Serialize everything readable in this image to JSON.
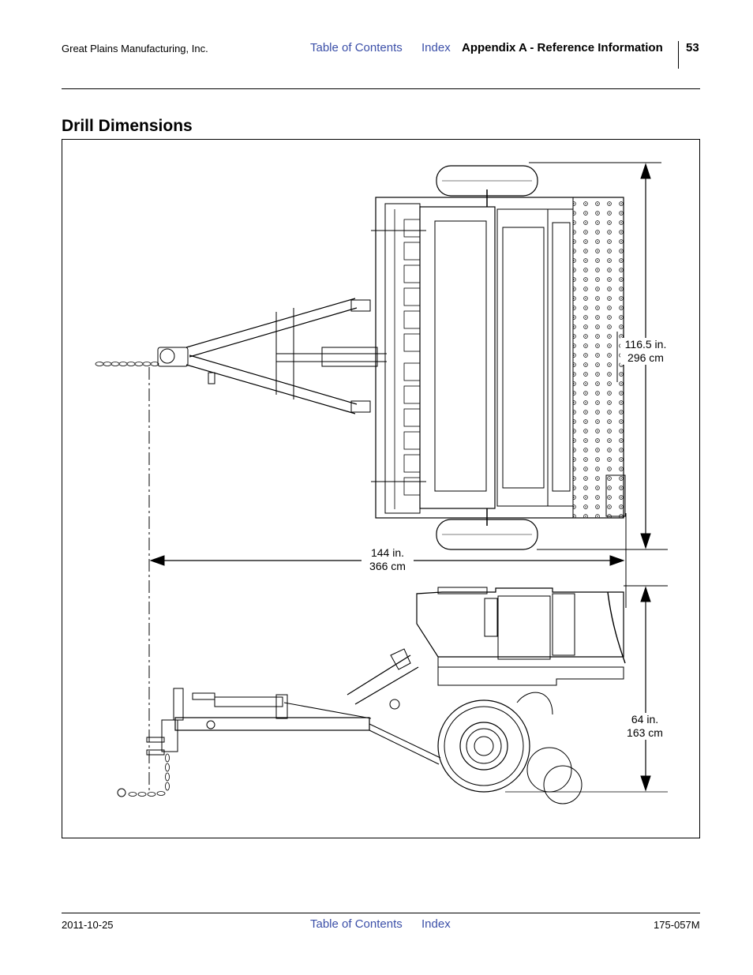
{
  "header": {
    "company": "Great Plains Manufacturing, Inc.",
    "toc_link": "Table of Contents",
    "index_link": "Index",
    "section": "Appendix A - Reference Information",
    "page_number": "53"
  },
  "title": "Drill Dimensions",
  "dimensions": {
    "width": {
      "in": "116.5 in.",
      "cm": "296 cm"
    },
    "length": {
      "in": "144 in.",
      "cm": "366 cm"
    },
    "height": {
      "in": "64 in.",
      "cm": "163 cm"
    }
  },
  "footer": {
    "date": "2011-10-25",
    "toc_link": "Table of Contents",
    "index_link": "Index",
    "doc_number": "175-057M"
  }
}
